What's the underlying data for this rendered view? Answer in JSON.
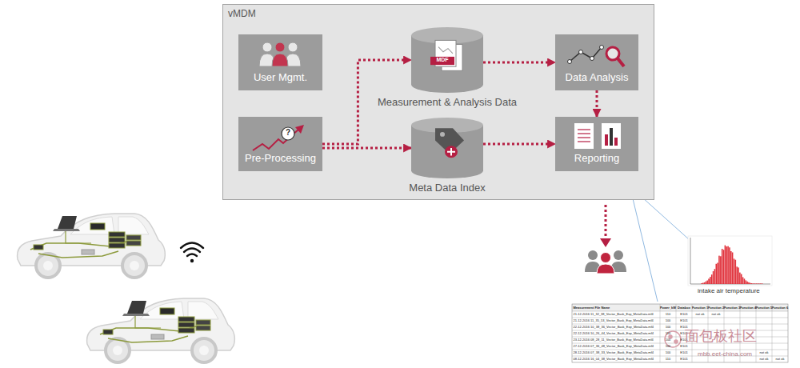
{
  "diagram": {
    "nodes": [
      {
        "text": [
          "vMDM"
        ]
      },
      {
        "text": [
          "User Mgmt."
        ],
        "in": 0
      },
      {
        "text": [
          "?",
          "Pre-Processing"
        ],
        "in": 0
      },
      {
        "text": [
          "MDF",
          "Measurement & Analysis Data"
        ],
        "in": 0
      },
      {
        "text": [
          "Meta Data Index"
        ],
        "in": 0
      },
      {
        "text": [
          "Data Analysis"
        ],
        "in": 0
      },
      {
        "text": [
          "Reporting"
        ],
        "in": 0
      }
    ],
    "edges": [
      {
        "from": 2,
        "to": 3,
        "arrow": "to"
      },
      {
        "from": 2,
        "to": 4,
        "arrow": "to"
      },
      {
        "from": 3,
        "to": 5,
        "arrow": "to"
      },
      {
        "from": 4,
        "to": 6,
        "arrow": "to"
      },
      {
        "from": 5,
        "to": 6,
        "arrow": "to"
      }
    ],
    "labels": [
      "Measurement File Name",
      "Power_kW",
      "Databox",
      "Function 1",
      "Function 2",
      "Function 3",
      "Function 4",
      "Function 5",
      "Function 6",
      "21-12-2016 11_32_38_Vector_Bask_Exp_MetaData.mf4",
      "110",
      "E101",
      "not ok",
      "not ok",
      "21-12-2016 11_35_53_Vector_Bask_Exp_MetaData.mf4",
      "100",
      "E101",
      "22-12-2016 10_38_36_Vector_Bask_Exp_MetaData.mf4",
      "100",
      "E101",
      "22-12-2016 10_26_44_Vector_Bask_Exp_MetaData.mf4",
      "110",
      "E101",
      "23-12-2016 08_28_11_Vector_Bask_Exp_MetaData.mf4",
      "100",
      "E101",
      "27-12-2016 07_36_48_Vector_Bask_Exp_MetaData.mf4",
      "100",
      "E101",
      "28-12-2016 07_38_33_Vector_Bask_Exp_MetaData.mf4",
      "100",
      "E101",
      "not ok",
      "08-12-2016 16_04_38_Vector_Bask_Exp_MetaData.mf4",
      "110",
      "E101",
      "not ok",
      "not ok",
      "intake air temperature",
      "面包板社区",
      "mbb.eet-china.com"
    ]
  }
}
